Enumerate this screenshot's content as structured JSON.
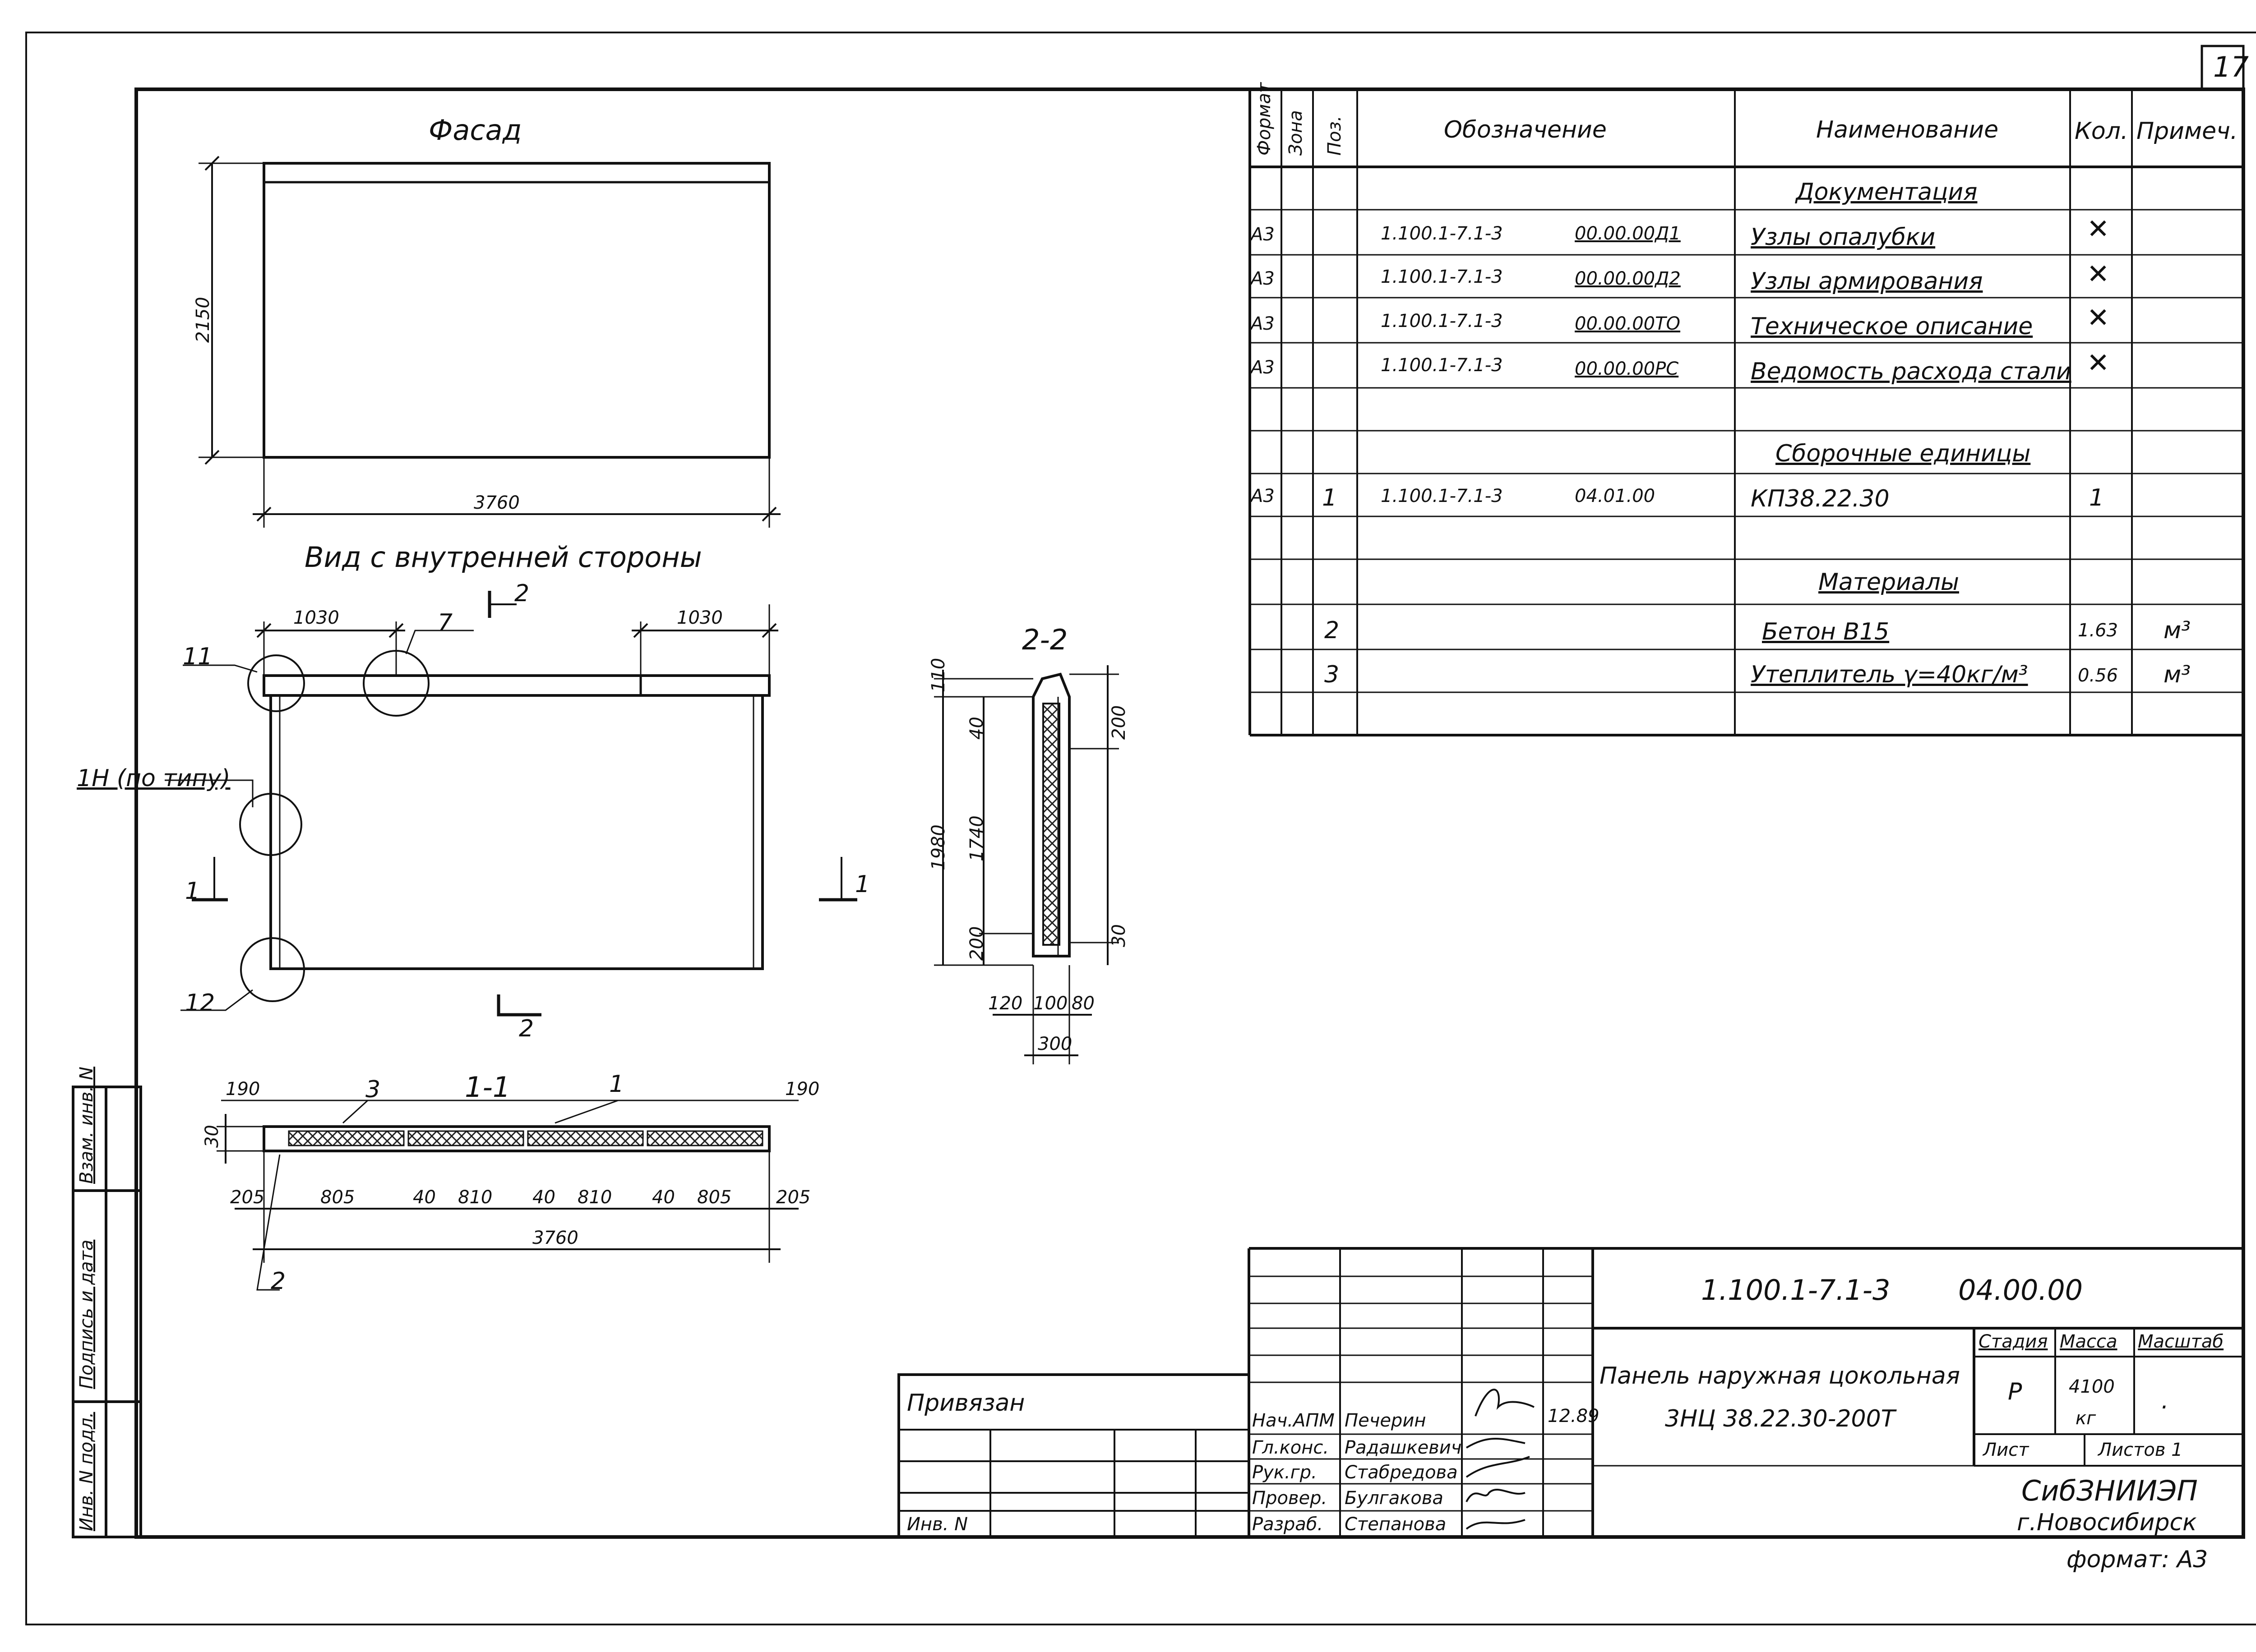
{
  "sheet": {
    "number": "17",
    "format": "формат: А3"
  },
  "views": {
    "facade": "Фасад",
    "inner": "Вид с внутренней стороны",
    "sec11": "1-1",
    "sec22": "2-2",
    "cut_num": "2",
    "cut_1": "1",
    "note_ih": "1Н (по типу)"
  },
  "callouts": {
    "c11": "11",
    "c7": "7",
    "c12": "12",
    "c3": "3",
    "c1": "1",
    "c2": "2"
  },
  "dims": {
    "h2150": "2150",
    "w3760": "3760",
    "d1030a": "1030",
    "d1030b": "1030",
    "d110": "110",
    "d40": "40",
    "d1740": "1740",
    "d1980": "1980",
    "d200a": "200",
    "d200b": "200",
    "d30": "30",
    "d120": "120",
    "d100": "100",
    "d80": "80",
    "d300": "300",
    "s190a": "190",
    "s190b": "190",
    "s30": "30",
    "s205a": "205",
    "s805a": "805",
    "s40a": "40",
    "s810a": "810",
    "s40b": "40",
    "s810b": "810",
    "s40c": "40",
    "s805b": "805",
    "s205b": "205",
    "s3760": "3760"
  },
  "spec": {
    "headers": {
      "format": "Формат",
      "zone": "Зона",
      "pos": "Поз.",
      "designation": "Обозначение",
      "name": "Наименование",
      "qty": "Кол.",
      "note": "Примеч."
    },
    "sections": {
      "docs": "Документация",
      "assembly": "Сборочные единицы",
      "materials": "Материалы"
    },
    "rows": [
      {
        "fmt": "А3",
        "pos": "",
        "code": "1.100.1-7.1-3",
        "sub": "00.00.00Д1",
        "name": "Узлы опалубки",
        "qty": "✕",
        "note": ""
      },
      {
        "fmt": "А3",
        "pos": "",
        "code": "1.100.1-7.1-3",
        "sub": "00.00.00Д2",
        "name": "Узлы армирования",
        "qty": "✕",
        "note": ""
      },
      {
        "fmt": "А3",
        "pos": "",
        "code": "1.100.1-7.1-3",
        "sub": "00.00.00ТО",
        "name": "Техническое описание",
        "qty": "✕",
        "note": ""
      },
      {
        "fmt": "А3",
        "pos": "",
        "code": "1.100.1-7.1-3",
        "sub": "00.00.00РС",
        "name": "Ведомость расхода стали",
        "qty": "✕",
        "note": ""
      },
      {
        "fmt": "А3",
        "pos": "1",
        "code": "1.100.1-7.1-3",
        "sub": "04.01.00",
        "name": "КП38.22.30",
        "qty": "1",
        "note": ""
      },
      {
        "fmt": "",
        "pos": "2",
        "code": "",
        "sub": "",
        "name": "Бетон В15",
        "qty": "1.63",
        "note": "м³"
      },
      {
        "fmt": "",
        "pos": "3",
        "code": "",
        "sub": "",
        "name": "Утеплитель γ=40кг/м³",
        "qty": "0.56",
        "note": "м³"
      }
    ]
  },
  "margin": {
    "inv": "Инв. N подл.",
    "sign": "Подпись и дата",
    "vzam": "Взам. инв. N"
  },
  "binding": {
    "label": "Привязан",
    "inv": "Инв. N"
  },
  "title": {
    "code": "1.100.1-7.1-3",
    "sub": "04.00.00",
    "name1": "Панель наружная цокольная",
    "name2": "3НЦ 38.22.30-200Т",
    "stage_h": "Стадия",
    "mass_h": "Масса",
    "scale_h": "Масштаб",
    "stage": "Р",
    "mass": "4100",
    "mass_unit": "кг",
    "scale": ".",
    "sheet_h": "Лист",
    "sheets_h": "Листов 1",
    "org": "СибЗНИИЭП",
    "city": "г.Новосибирск",
    "roles": [
      {
        "role": "Нач.АПМ",
        "person": "Печерин",
        "sig": "~",
        "date": "12.89"
      },
      {
        "role": "Гл.конс.",
        "person": "Радашкевич",
        "sig": "~",
        "date": ""
      },
      {
        "role": "Рук.гр.",
        "person": "Стабредова",
        "sig": "~",
        "date": ""
      },
      {
        "role": "Провер.",
        "person": "Булгакова",
        "sig": "~",
        "date": ""
      },
      {
        "role": "Разраб.",
        "person": "Степанова",
        "sig": "~",
        "date": ""
      }
    ]
  }
}
